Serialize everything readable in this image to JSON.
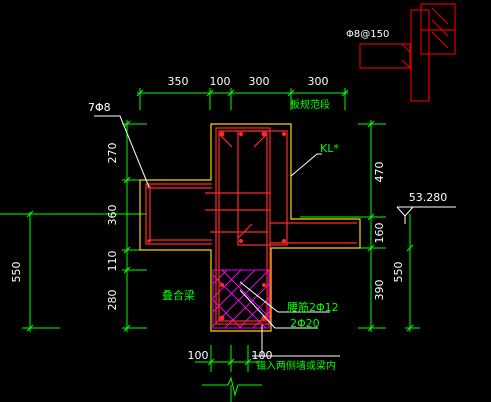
{
  "colors": {
    "background": "#000000",
    "dimension": "#00ff00",
    "outline": "#ffd700",
    "rebar": "#ff2a2a",
    "hatch": "#ff00ff",
    "annotation": "#ffffff",
    "section_mark": "#d90000"
  },
  "top_dims": [
    "350",
    "100",
    "300",
    "300"
  ],
  "left_dims": [
    "270",
    "360",
    "110",
    "280"
  ],
  "left_total": "550",
  "right_dims": [
    "470",
    "160",
    "390"
  ],
  "right_total": "550",
  "bottom_dims": [
    "100",
    "100"
  ],
  "labels": {
    "stirrup_callout": "7Φ8",
    "beam_name": "KL*",
    "elevation": "53.280",
    "slab_note": "板规范段",
    "stacked_beam": "叠合梁",
    "waist_bars": "腰筋2Φ12",
    "bottom_bars": "2Φ20",
    "anchor_note": "锚入两侧墙或梁内",
    "detail_stirrup": "Φ8@150"
  }
}
